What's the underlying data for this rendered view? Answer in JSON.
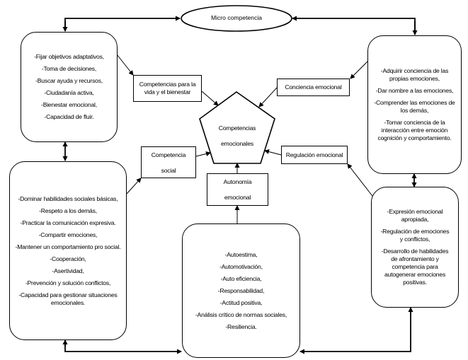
{
  "diagram": {
    "top_node": "Micro competencia",
    "center_node": [
      "Competencias",
      "emocionales"
    ],
    "competencies": {
      "vida_bienestar": "Competencias para la vida y el bienestar",
      "conciencia": "Conciencia emocional",
      "social": [
        "Competencia",
        "social"
      ],
      "regulacion": "Regulación emocional",
      "autonomia": [
        "Autonomía",
        "emocional"
      ]
    },
    "details": {
      "vida_bienestar": [
        "-Fijar objetivos adaptativos,",
        "-Toma de decisiones,",
        "-Buscar ayuda y recursos,",
        "-Ciudadanía activa,",
        "-Bienestar emocional,",
        "-Capacidad de fluir."
      ],
      "conciencia": [
        "-Adquirir conciencia de las propias emociones,",
        "-Dar nombre a las emociones,",
        "-Comprender las emociones de los demás,",
        "-Tomar conciencia de la interacción entre emoción cognición y comportamiento."
      ],
      "social": [
        "-Dominar habilidades sociales básicas,",
        "-Respeto a los demás,",
        "-Practicar la comunicación expresiva.",
        "-Compartir emociones,",
        "-Mantener un comportamiento pro social.",
        "-Cooperación,",
        "-Asertividad,",
        "-Prevención y solución conflictos,",
        "-Capacidad para gestionar situaciones emocionales."
      ],
      "autonomia": [
        "-Autoestima,",
        "-Automotivación,",
        "-Auto eficiencia,",
        "-Responsabilidad,",
        "-Actitud positiva,",
        "-Análisis crítico de normas sociales,",
        "-Resiliencia."
      ],
      "regulacion": [
        "-Expresión emocional apropiada,",
        "-Regulación de emociones y conflictos,",
        "-Desarrollo de habilidades de afrontamiento y competencia para autogenerar emociones positivas."
      ]
    }
  }
}
